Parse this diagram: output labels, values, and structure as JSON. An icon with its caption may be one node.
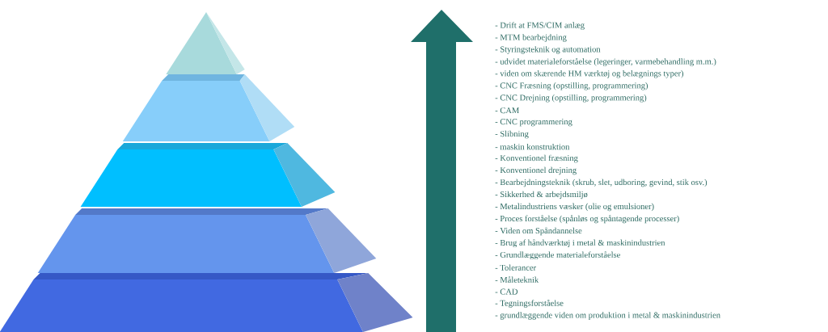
{
  "diagram": {
    "labels": [
      "- Drift at FMS/CIM anlæg",
      "- MTM bearbejdning",
      "- Styringsteknik og automation",
      "- udvidet materialeforståelse (legeringer, varmebehandling m.m.)",
      "- viden om skærende HM værktøj og belægnings typer)",
      "- CNC Fræsning (opstilling, programmering)",
      "- CNC Drejning (opstilling, programmering)",
      "- CAM",
      "- CNC programmering",
      "- Slibning",
      "- maskin konstruktion",
      "- Konventionel fræsning",
      "- Konventionel drejning",
      "- Bearbejdningsteknik (skrub, slet, udboring, gevind, stik osv.)",
      "- Sikkerhed & arbejdsmiljø",
      "- Metalindustriens væsker (olie og emulsioner)",
      "- Proces forståelse (spånløs og spåntagende processer)",
      "- Viden om Spåndannelse",
      "- Brug af håndværktøj i metal & maskinindustrien",
      "- Grundlæggende materialeforståelse",
      "- Tolerancer",
      "- Måleteknik",
      "- CAD",
      "- Tegningsforståelse",
      "- grundlæggende viden om produktion i metal & maskinindustrien"
    ]
  }
}
